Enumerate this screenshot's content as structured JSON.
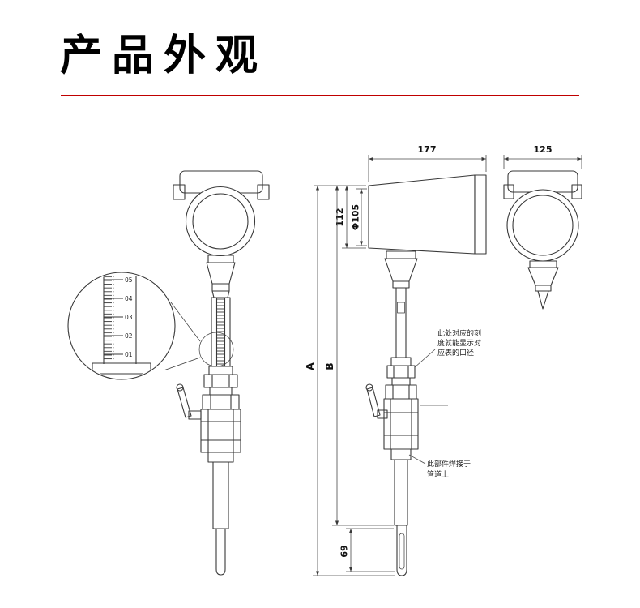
{
  "title": "产品外观",
  "accent_color": "#c00000",
  "line_color": "#383838",
  "dimensions": {
    "housing_length": "177",
    "housing_width": "125",
    "housing_height": "112",
    "display_diameter": "Φ105",
    "length_a": "A",
    "length_b": "B",
    "tip_length": "69"
  },
  "magnifier": {
    "scale_labels": [
      "05",
      "04",
      "03",
      "02",
      "01"
    ]
  },
  "annotations": {
    "scale_note_lines": [
      "此处对应的刻",
      "度就能显示对",
      "应表的口径"
    ],
    "weld_note_lines": [
      "此部件焊接于",
      "管道上"
    ]
  }
}
